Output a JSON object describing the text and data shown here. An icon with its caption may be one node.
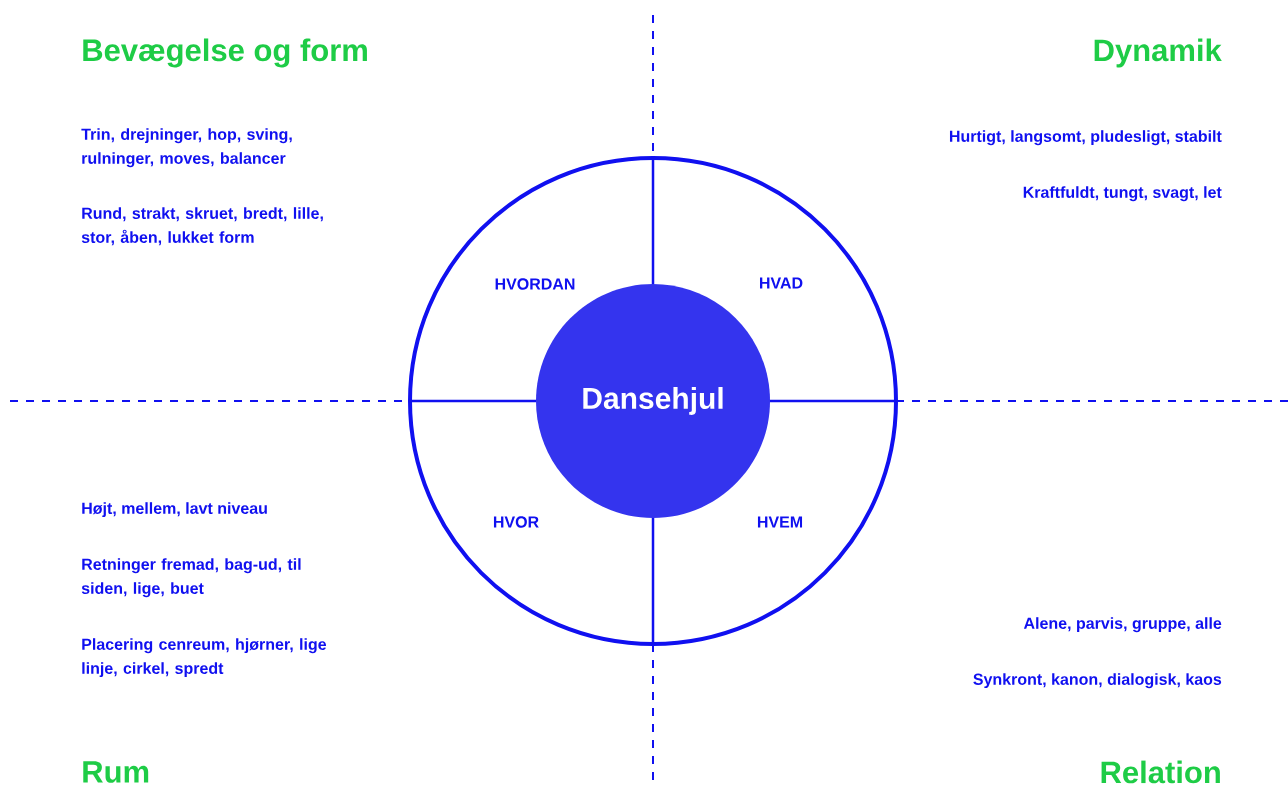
{
  "diagram": {
    "nodes": [
      {
        "text": [
          "HVORDAN",
          "HVAD",
          "HVOR",
          "HVEM"
        ]
      },
      {
        "text": [
          "Dansehjul"
        ],
        "in": 0
      }
    ],
    "labels": [
      "Bevægelse og form",
      "Dynamik",
      "Trin, drejninger, hop, sving, rulninger, moves, balancer",
      "Hurtigt, langsomt, pludesligt, stabilt",
      "Rund, strakt, skruet, bredt, lille, stor, åben, lukket form",
      "Kraftfuldt, tungt, svagt, let",
      "Højt, mellem, lavt niveau",
      "Retninger fremad, bag-ud, til siden, lige, buet",
      "Placering cenreum, hjørner, lige linje, cirkel, spredt",
      "Alene, parvis, gruppe, alle",
      "Synkront, kanon, dialogisk, kaos",
      "Rum",
      "Relation"
    ]
  }
}
